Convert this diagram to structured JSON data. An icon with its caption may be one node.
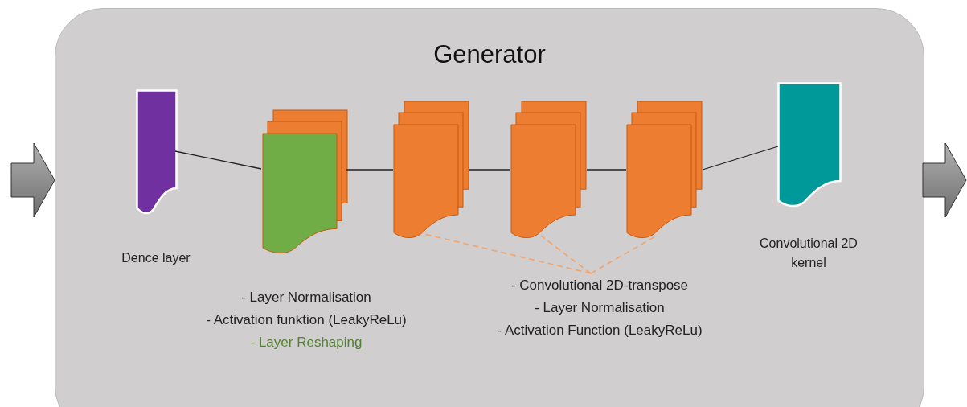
{
  "diagram": {
    "nodes": [
      {
        "text": [
          "Generator"
        ]
      },
      {
        "text": [],
        "shape": "document",
        "beside": [
          "Dence layer"
        ],
        "in": 0
      },
      {
        "text": [
          "- Layer Normalisation",
          "- Activation funktion (LeakyReLu)",
          "- Layer Reshaping"
        ],
        "in": 0
      },
      {
        "text": [],
        "shape": "document",
        "in": 0
      },
      {
        "text": [],
        "shape": "document",
        "in": 0
      },
      {
        "text": [],
        "shape": "document",
        "in": 0
      },
      {
        "text": [
          "- Convolutional 2D-transpose",
          "- Layer Normalisation",
          "- Activation Function (LeakyReLu)"
        ],
        "in": 0
      },
      {
        "text": [],
        "shape": "document",
        "beside": [
          "Convolutional 2D kernel"
        ],
        "in": 0
      }
    ],
    "edges": [
      {
        "from": null,
        "to": 0,
        "arrow": "to"
      },
      {
        "from": 0,
        "to": null,
        "arrow": "to"
      },
      {
        "from": 1,
        "to": 2,
        "arrow": "none"
      },
      {
        "from": 2,
        "to": 3,
        "arrow": "none"
      },
      {
        "from": 3,
        "to": 4,
        "arrow": "none"
      },
      {
        "from": 4,
        "to": 5,
        "arrow": "none"
      },
      {
        "from": 5,
        "to": 7,
        "arrow": "none"
      },
      {
        "from": 6,
        "to": 3,
        "arrow": "none",
        "style": "dashed",
        "color": "#f4a46a"
      },
      {
        "from": 6,
        "to": 4,
        "arrow": "none",
        "style": "dashed",
        "color": "#f4a46a"
      },
      {
        "from": 6,
        "to": 5,
        "arrow": "none",
        "style": "dashed",
        "color": "#f4a46a"
      }
    ]
  }
}
